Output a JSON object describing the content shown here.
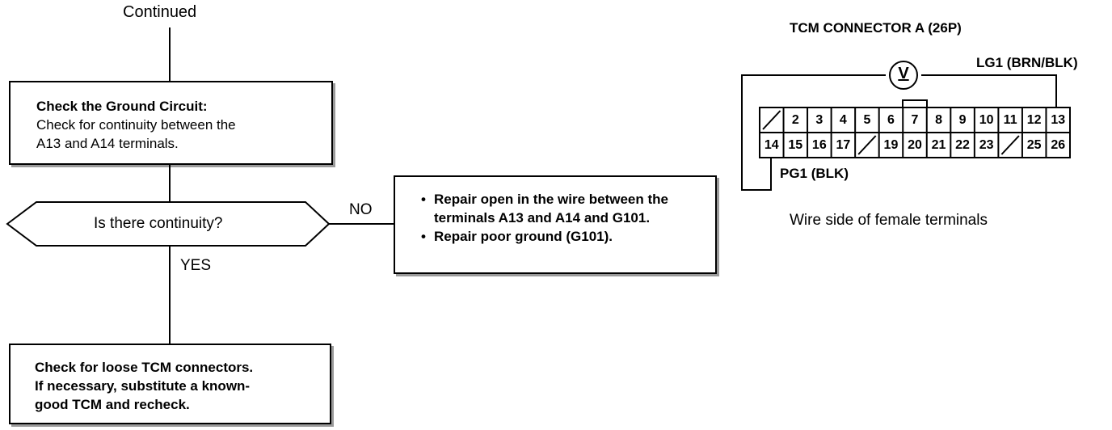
{
  "flow": {
    "continued": "Continued",
    "step1": {
      "title": "Check the Ground Circuit:",
      "line1": "Check for continuity between the",
      "line2": "A13 and A14 terminals."
    },
    "question": "Is there continuity?",
    "no_label": "NO",
    "yes_label": "YES",
    "no_action": {
      "bullets": [
        "Repair open in the wire between the terminals A13 and A14 and G101.",
        "Repair poor ground (G101)."
      ]
    },
    "yes_action": {
      "line1": "Check for loose TCM connectors.",
      "line2": "If necessary, substitute a known-",
      "line3": "good TCM and recheck."
    }
  },
  "connector": {
    "title": "TCM CONNECTOR A (26P)",
    "voltmeter_symbol": "V",
    "wire_top": "LG1 (BRN/BLK)",
    "wire_bottom": "PG1 (BLK)",
    "caption": "Wire side of female terminals",
    "row1": [
      "",
      "2",
      "3",
      "4",
      "5",
      "6",
      "7",
      "8",
      "9",
      "10",
      "11",
      "12",
      "13"
    ],
    "row2": [
      "14",
      "15",
      "16",
      "17",
      "",
      "19",
      "20",
      "21",
      "22",
      "23",
      "",
      "25",
      "26"
    ]
  }
}
